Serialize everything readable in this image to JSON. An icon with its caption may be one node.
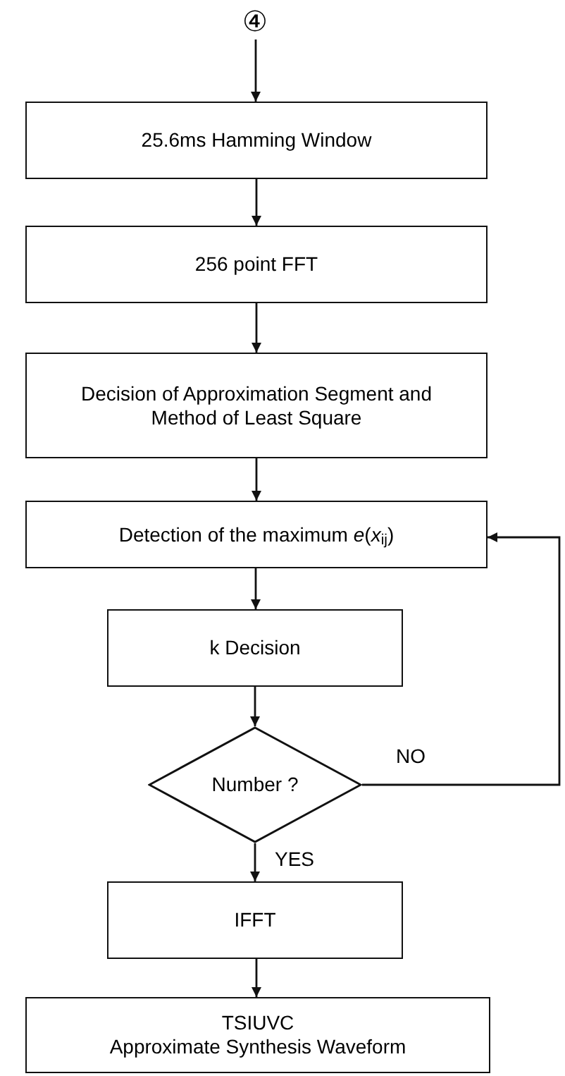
{
  "diagram": {
    "nodes": [
      {
        "text": [
          "④"
        ]
      },
      {
        "text": [
          "25.6ms Hamming Window"
        ]
      },
      {
        "text": [
          "256 point FFT"
        ]
      },
      {
        "text": [
          "Decision of Approximation Segment and Method of Least Square"
        ]
      },
      {
        "text": [
          "Detection of the maximum  *e*(*x*$_{ij}$)"
        ]
      },
      {
        "text": [
          "k Decision"
        ]
      },
      {
        "text": [
          "Number ?"
        ]
      },
      {
        "text": [
          "IFFT"
        ]
      },
      {
        "text": [
          "TSIUVC",
          "Approximate Synthesis Waveform"
        ]
      }
    ],
    "edges": [
      {
        "from": 0,
        "to": 1,
        "arrow": "to"
      },
      {
        "from": 1,
        "to": 2,
        "arrow": "to"
      },
      {
        "from": 2,
        "to": 3,
        "arrow": "to"
      },
      {
        "from": 3,
        "to": 4,
        "arrow": "to"
      },
      {
        "from": 4,
        "to": 5,
        "arrow": "to"
      },
      {
        "from": 5,
        "to": 6,
        "arrow": "to"
      },
      {
        "from": 6,
        "to": 7,
        "arrow": "to",
        "label": "YES"
      },
      {
        "from": 7,
        "to": 8,
        "arrow": "to"
      },
      {
        "from": 6,
        "to": 4,
        "arrow": "to",
        "label": "NO"
      }
    ]
  }
}
